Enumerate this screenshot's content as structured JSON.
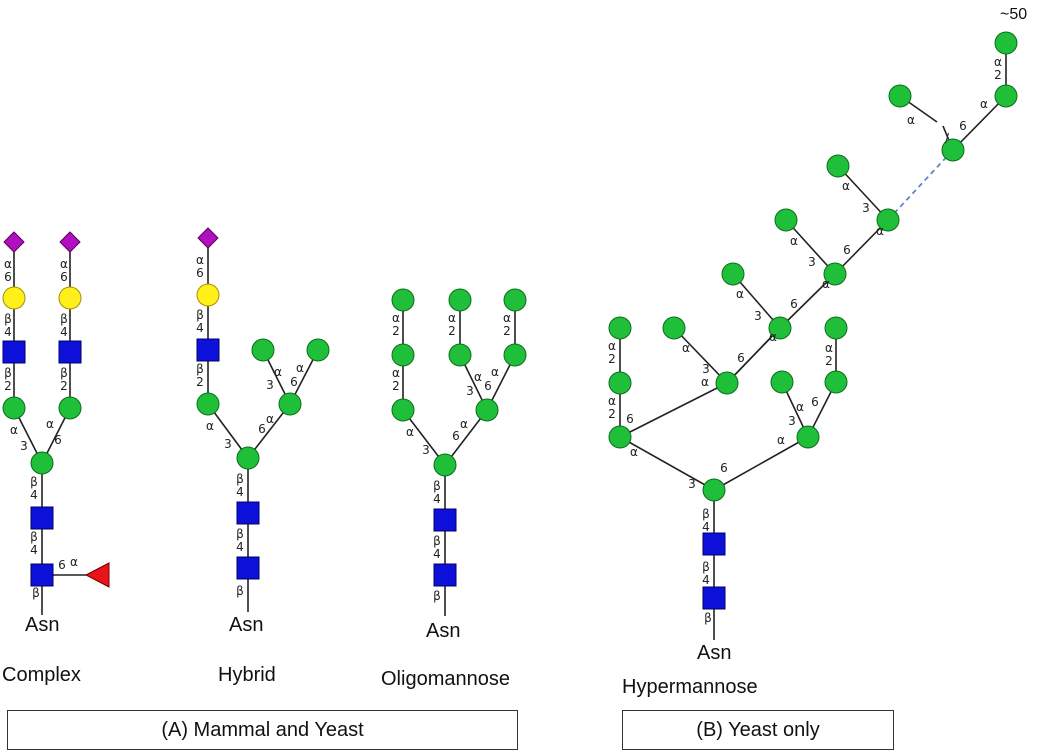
{
  "diagram": {
    "asn_label": "Asn",
    "superscript_count": "~50",
    "linkage": {
      "alpha": "α",
      "beta": "β",
      "two": "2",
      "three": "3",
      "four": "4",
      "six": "6"
    },
    "structures": [
      {
        "key": "complex",
        "name": "Complex"
      },
      {
        "key": "hybrid",
        "name": "Hybrid"
      },
      {
        "key": "oligomannose",
        "name": "Oligomannose"
      },
      {
        "key": "hypermannose",
        "name": "Hypermannose"
      }
    ],
    "groups": {
      "a": "(A) Mammal and Yeast",
      "b": "(B) Yeast only"
    },
    "colors": {
      "mannose": "#1fbf3a",
      "galactose": "#ffef1a",
      "glcnac": "#0d10d9",
      "sialic_acid": "#b10fbf",
      "fucose": "#e8141b",
      "dashed_link": "#5b86c4"
    }
  }
}
